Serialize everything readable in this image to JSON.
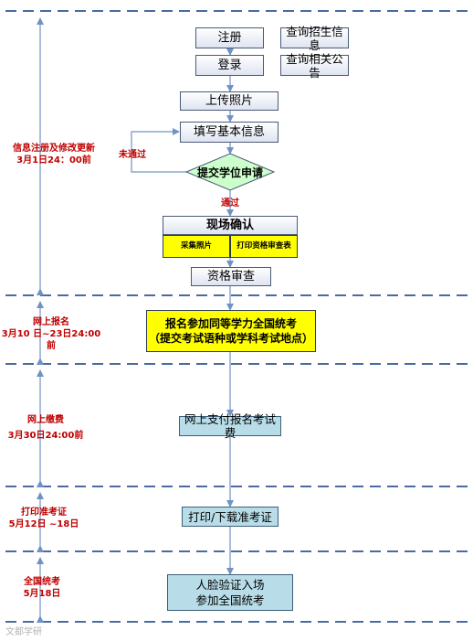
{
  "flow": {
    "register": "注册",
    "query_admission": "查询招生信息",
    "login": "登录",
    "query_notice": "查询相关公告",
    "upload_photo": "上传照片",
    "fill_info": "填写基本信息",
    "submit_application": "提交学位申请",
    "not_passed": "未通过",
    "passed": "通过",
    "onsite_confirm": "现场确认",
    "collect_photo": "采集照片",
    "print_form": "打印资格审查表",
    "qualification_review": "资格审查",
    "exam_signup_line1": "报名参加同等学力全国统考",
    "exam_signup_line2": "（提交考试语种或学科考试地点）",
    "online_payment": "网上支付报名考试费",
    "print_ticket": "打印/下载准考证",
    "face_verify_line1": "人脸验证入场",
    "face_verify_line2": "参加全国统考"
  },
  "timeline": {
    "stage1_title": "信息注册及修改更新",
    "stage1_date": "3月1日24：00前",
    "stage2_title": "网上报名",
    "stage2_date": "3月10 日~23日24:00前",
    "stage3_title": "网上缴费",
    "stage3_date": "3月30日24:00前",
    "stage4_title": "打印准考证",
    "stage4_date": "5月12日 ~18日",
    "stage5_title": "全国统考",
    "stage5_date": "5月18日"
  },
  "watermark": "文都学研",
  "colors": {
    "dash_line": "#4a6aa0",
    "arrow": "#7a9fce",
    "label_red": "#c00000",
    "diamond_fill": "#ccffcc",
    "highlight_yellow": "#ffff00",
    "teal_box": "#b8dde8"
  }
}
